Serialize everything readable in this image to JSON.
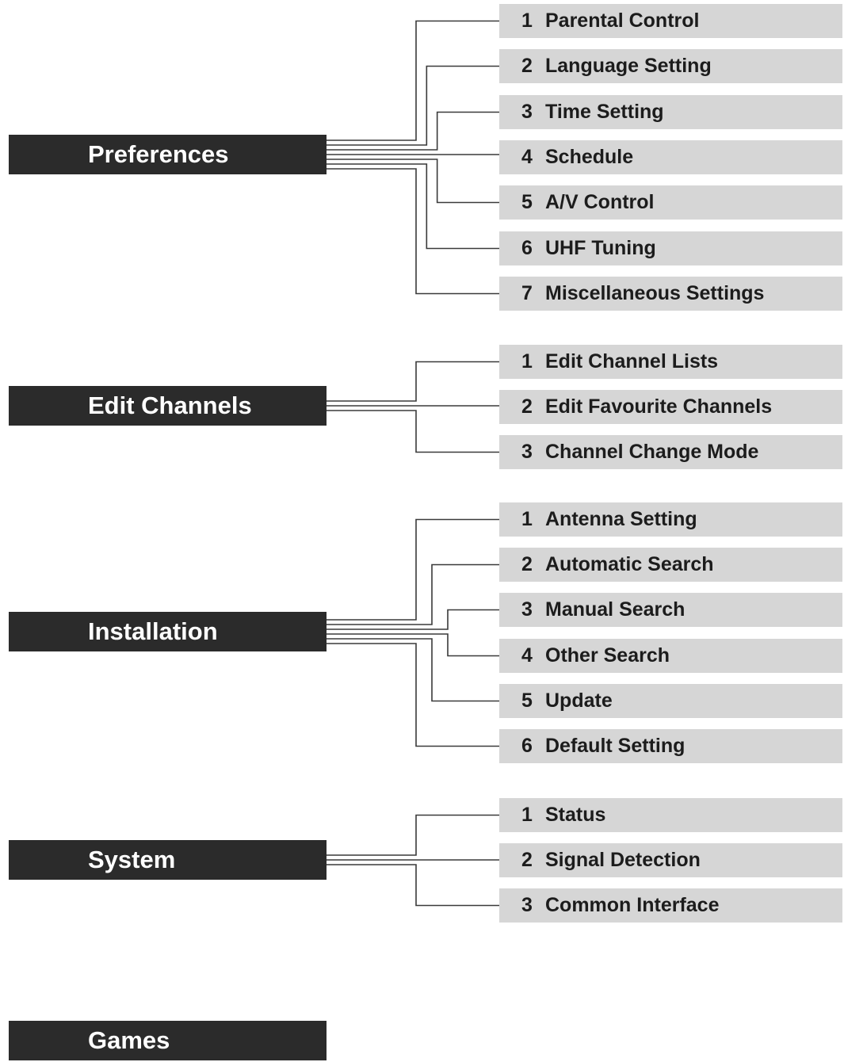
{
  "menus": [
    {
      "title": "Preferences",
      "items": [
        {
          "num": "1",
          "label": "Parental Control"
        },
        {
          "num": "2",
          "label": "Language Setting"
        },
        {
          "num": "3",
          "label": "Time Setting"
        },
        {
          "num": "4",
          "label": "Schedule"
        },
        {
          "num": "5",
          "label": "A/V Control"
        },
        {
          "num": "6",
          "label": "UHF Tuning"
        },
        {
          "num": "7",
          "label": "Miscellaneous Settings"
        }
      ]
    },
    {
      "title": "Edit Channels",
      "items": [
        {
          "num": "1",
          "label": "Edit Channel Lists"
        },
        {
          "num": "2",
          "label": "Edit Favourite Channels"
        },
        {
          "num": "3",
          "label": "Channel Change Mode"
        }
      ]
    },
    {
      "title": "Installation",
      "items": [
        {
          "num": "1",
          "label": "Antenna Setting"
        },
        {
          "num": "2",
          "label": "Automatic Search"
        },
        {
          "num": "3",
          "label": "Manual Search"
        },
        {
          "num": "4",
          "label": "Other Search"
        },
        {
          "num": "5",
          "label": "Update"
        },
        {
          "num": "6",
          "label": "Default Setting"
        }
      ]
    },
    {
      "title": "System",
      "items": [
        {
          "num": "1",
          "label": "Status"
        },
        {
          "num": "2",
          "label": "Signal Detection"
        },
        {
          "num": "3",
          "label": "Common Interface"
        }
      ]
    },
    {
      "title": "Games",
      "items": []
    }
  ],
  "colors": {
    "header_bg": "#2b2b2b",
    "header_text": "#ffffff",
    "item_bg": "#d6d6d6",
    "item_text": "#1c1c1c",
    "line": "#3a3a3a"
  }
}
